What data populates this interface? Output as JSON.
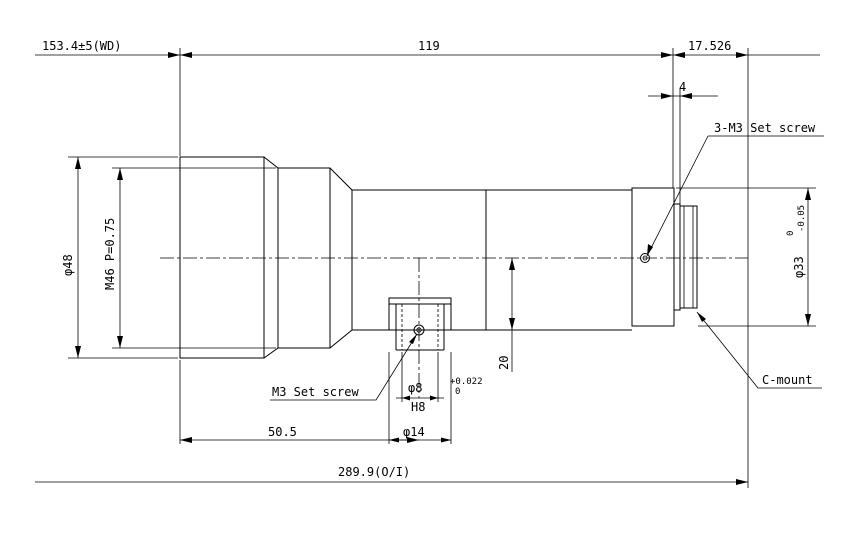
{
  "dimensions": {
    "working_distance": "153.4±5(WD)",
    "length_front": "119",
    "length_rear": "17.526",
    "setscrew_offset": "4",
    "front_dia": "φ48",
    "front_thread": "M46 P=0.75",
    "mount_dia": "φ33",
    "mount_tol_upper": "0",
    "mount_tol_lower": "-0.05",
    "screw_height": "20",
    "screw_pos": "50.5",
    "bore_dia": "φ8",
    "bore_fit": "H8",
    "bore_tol_upper": "+0.022",
    "bore_tol_lower": "0",
    "boss_dia": "φ14",
    "overall_length": "289.9(O/I)"
  },
  "callouts": {
    "setscrew_top": "3-M3 Set screw",
    "setscrew_side": "M3 Set screw",
    "mount": "C-mount"
  }
}
